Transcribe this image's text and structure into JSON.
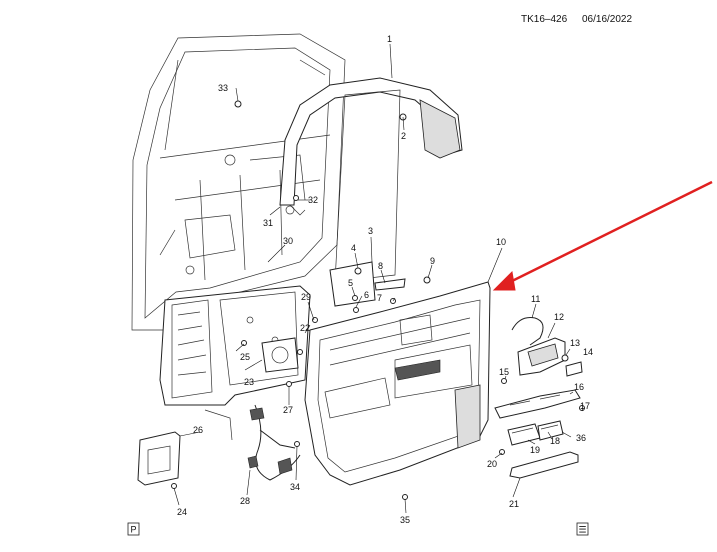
{
  "header": {
    "figure_id": "TK16–426",
    "date": "06/16/2022"
  },
  "callouts": [
    {
      "id": "1"
    },
    {
      "id": "2"
    },
    {
      "id": "3"
    },
    {
      "id": "4"
    },
    {
      "id": "5"
    },
    {
      "id": "6"
    },
    {
      "id": "7"
    },
    {
      "id": "8"
    },
    {
      "id": "9"
    },
    {
      "id": "10"
    },
    {
      "id": "11"
    },
    {
      "id": "12"
    },
    {
      "id": "13"
    },
    {
      "id": "14"
    },
    {
      "id": "15"
    },
    {
      "id": "16"
    },
    {
      "id": "17"
    },
    {
      "id": "18"
    },
    {
      "id": "19"
    },
    {
      "id": "20"
    },
    {
      "id": "21"
    },
    {
      "id": "22"
    },
    {
      "id": "23"
    },
    {
      "id": "24"
    },
    {
      "id": "25"
    },
    {
      "id": "26"
    },
    {
      "id": "27"
    },
    {
      "id": "28"
    },
    {
      "id": "29"
    },
    {
      "id": "30"
    },
    {
      "id": "31"
    },
    {
      "id": "32"
    },
    {
      "id": "33"
    },
    {
      "id": "34"
    },
    {
      "id": "35"
    },
    {
      "id": "36"
    }
  ],
  "corner_icons": {
    "left": "P",
    "right": "☰"
  },
  "arrow": {
    "color": "#e02020",
    "points_to": "10"
  },
  "colors": {
    "line": "#222222",
    "arrow": "#e02020",
    "background": "#ffffff"
  }
}
